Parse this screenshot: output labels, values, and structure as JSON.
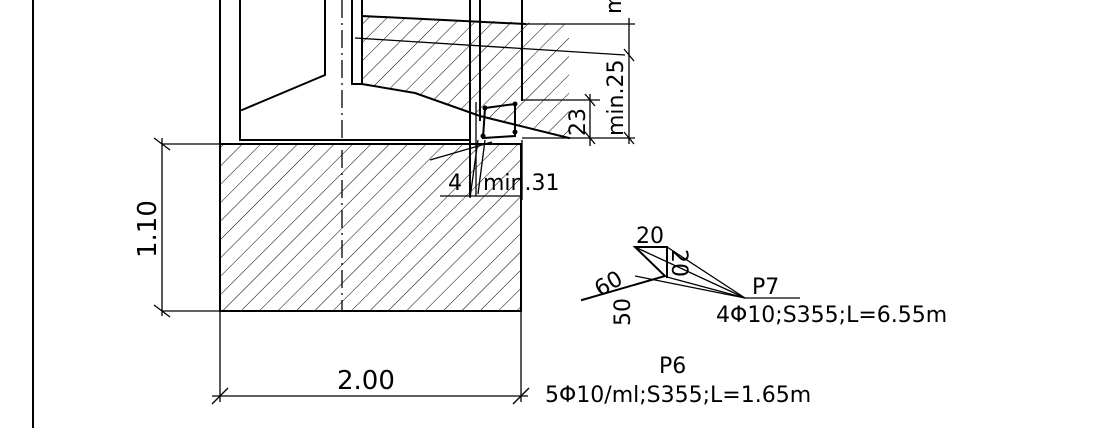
{
  "drawing": {
    "dimensions": {
      "height": "1.10",
      "width": "2.00",
      "min_25": "min.25",
      "min_31": "min.31",
      "d23": "23",
      "d4": "4",
      "top_m": "m"
    },
    "bar_p7": {
      "mark": "P7",
      "spec": "4Φ10;S355;L=6.55m",
      "seg_top": "20",
      "seg_diag": "20",
      "seg_left": "60",
      "seg_vert": "50"
    },
    "bar_p6": {
      "mark": "P6",
      "spec": "5Φ10/ml;S355;L=1.65m"
    }
  }
}
